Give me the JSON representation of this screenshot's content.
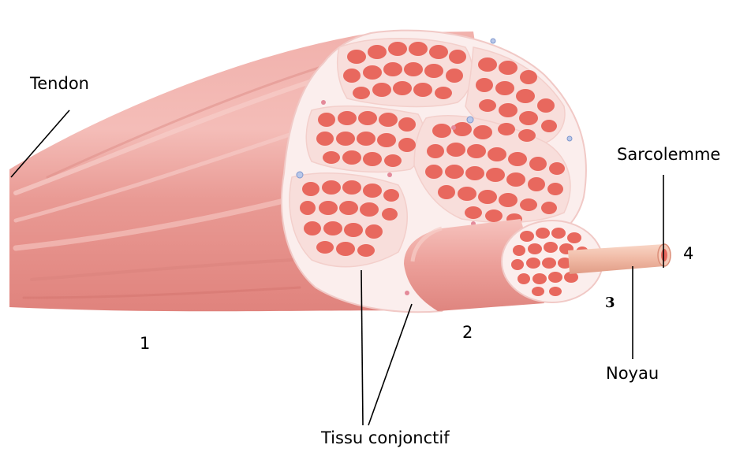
{
  "labels": {
    "tendon": "Tendon",
    "sarcolemme": "Sarcolemme",
    "noyau": "Noyau",
    "tissu": "Tissu conjonctif"
  },
  "numbers": {
    "n1": "1",
    "n2": "2",
    "n3": "3",
    "n4": "4"
  },
  "colors": {
    "muscle": "#eea49f",
    "muscle_dark": "#d97b76",
    "fiber": "#e8685e",
    "connective": "#fbeeed"
  }
}
